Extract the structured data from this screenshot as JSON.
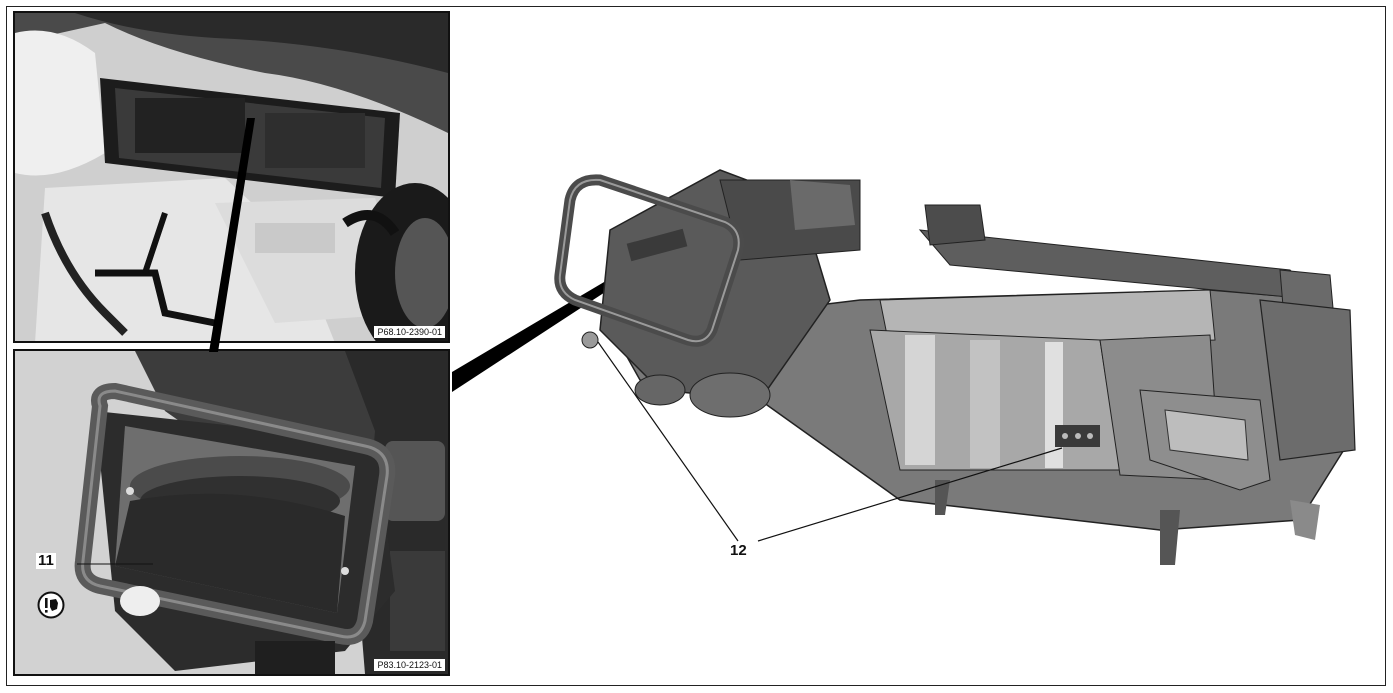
{
  "figure": {
    "photo_codes": {
      "top": "P68.10-2390-01",
      "bottom": "P83.10-2123-01"
    },
    "callouts": {
      "c11": "11",
      "c12": "12"
    },
    "icons": {
      "warning": "attention-hand-icon"
    }
  }
}
